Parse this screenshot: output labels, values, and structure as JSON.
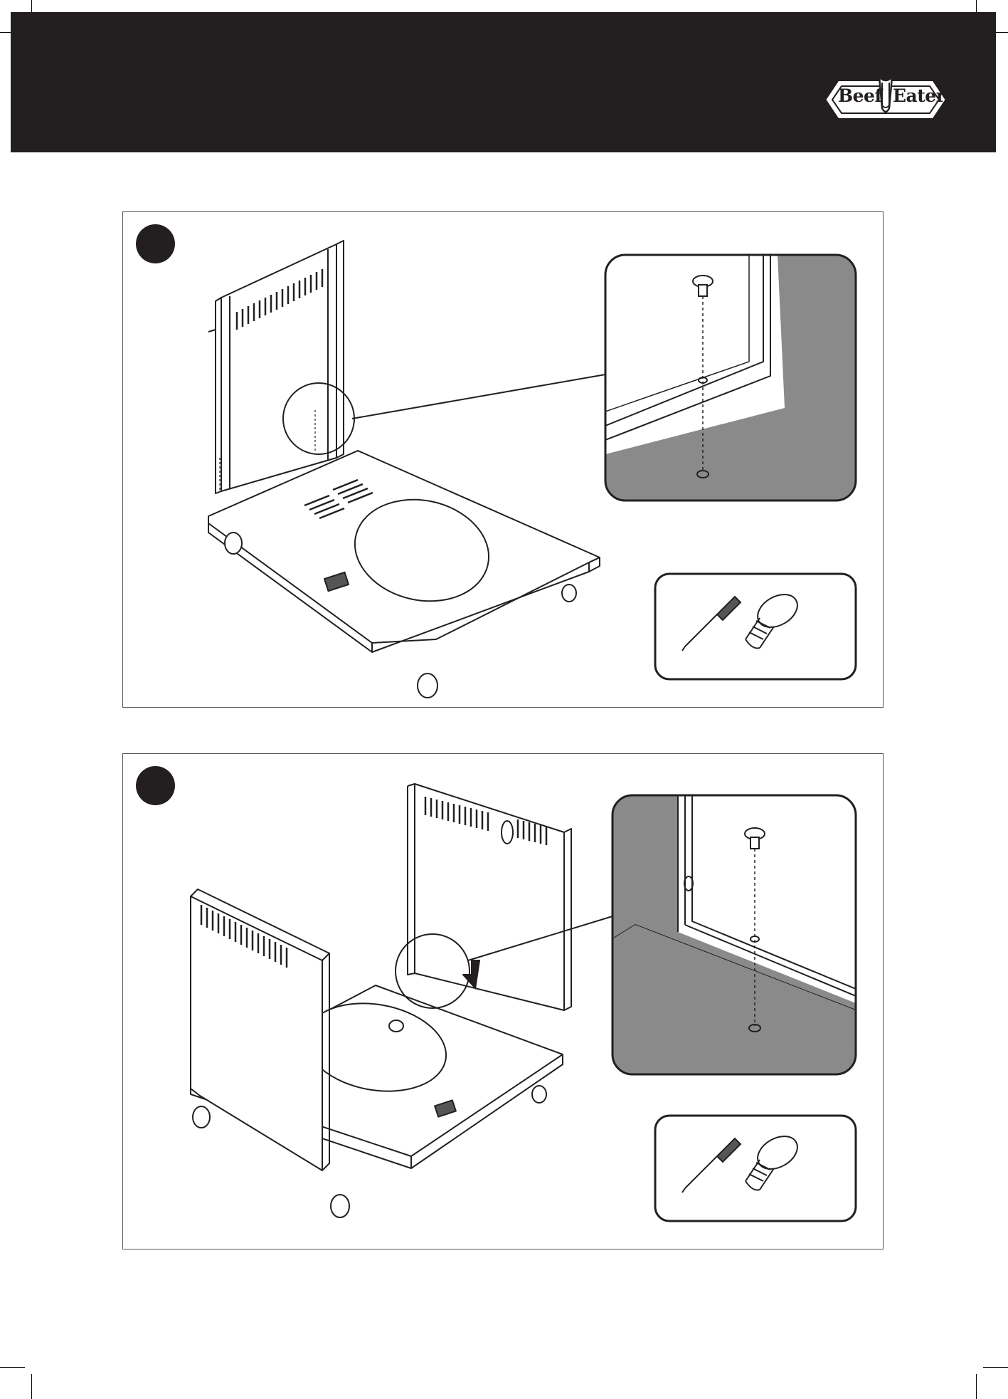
{
  "brand": {
    "logo_left": "Beef",
    "logo_right": "Eater"
  },
  "steps": [
    {
      "number": "",
      "illustration": "side-panel-attach-to-base",
      "tools": [
        "screwdriver-icon",
        "screw-icon"
      ]
    },
    {
      "number": "",
      "illustration": "second-side-panel-attach-to-base",
      "tools": [
        "screwdriver-icon",
        "screw-icon"
      ]
    }
  ],
  "colors": {
    "header": "#231f20",
    "detail_shade": "#8a8a8a",
    "line": "#231f20"
  }
}
